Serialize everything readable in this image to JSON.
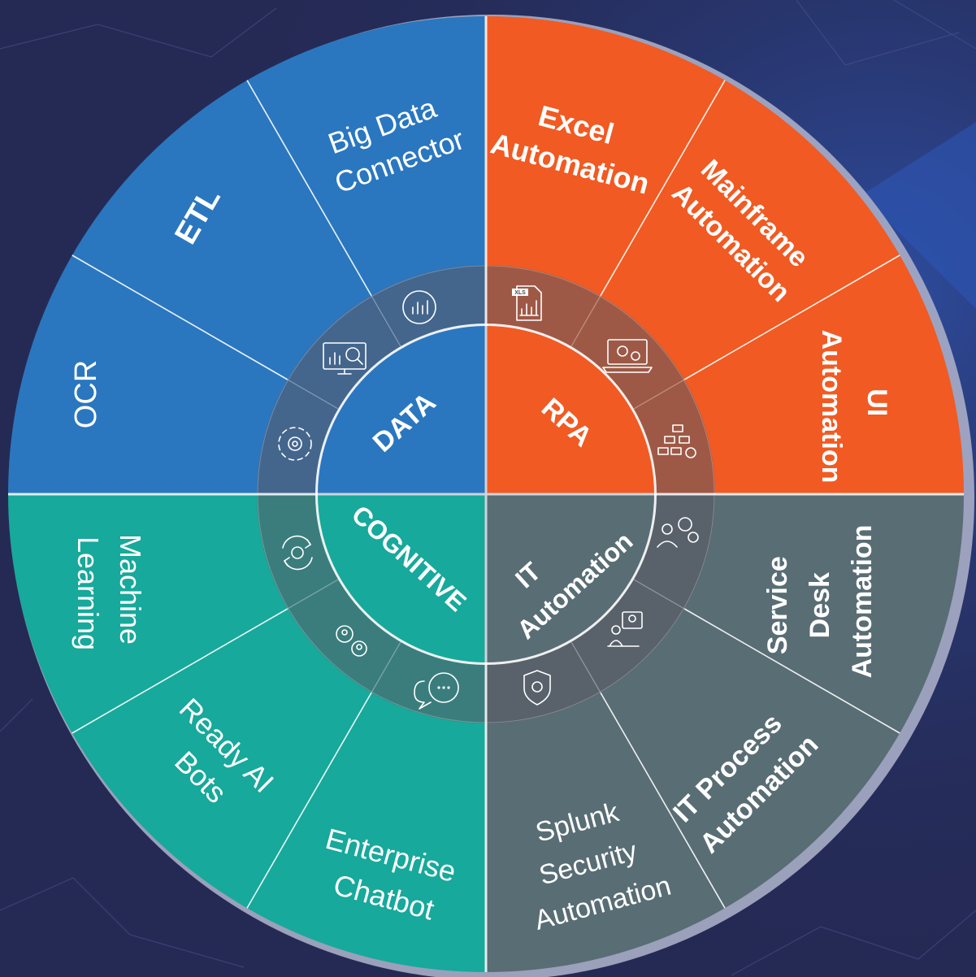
{
  "colors": {
    "background": "#252a55",
    "data": "#2a77bf",
    "rpa": "#f15a22",
    "cognitive": "#17a99b",
    "it_automation": "#596d74",
    "divider": "#ffffff",
    "ring": "#5a5a64"
  },
  "hub": {
    "data": "DATA",
    "rpa": "RPA",
    "cognitive": "COGNITIVE",
    "it_line1": "IT",
    "it_line2": "Automation"
  },
  "segments": {
    "ocr": {
      "lines": [
        "OCR"
      ]
    },
    "etl": {
      "lines": [
        "ETL"
      ]
    },
    "big_data": {
      "lines": [
        "Big Data",
        "Connector"
      ]
    },
    "excel": {
      "lines": [
        "Excel",
        "Automation"
      ]
    },
    "mainframe": {
      "lines": [
        "Mainframe",
        "Automation"
      ]
    },
    "ui": {
      "lines": [
        "UI",
        "Automation"
      ]
    },
    "service_desk": {
      "lines": [
        "Service",
        "Desk",
        "Automation"
      ]
    },
    "it_process": {
      "lines": [
        "IT Process",
        "Automation"
      ]
    },
    "splunk": {
      "lines": [
        "Splunk",
        "Security",
        "Automation"
      ]
    },
    "chatbot": {
      "lines": [
        "Enterprise",
        "Chatbot"
      ]
    },
    "ready_ai": {
      "lines": [
        "Ready AI",
        "Bots"
      ]
    },
    "ml": {
      "lines": [
        "Machine",
        "Learning"
      ]
    }
  },
  "icons": {
    "xls_badge": "XLS",
    "names": [
      "xls-chart-icon",
      "laptop-gears-icon",
      "hierarchy-gear-icon",
      "person-gears-icon",
      "presenter-icon",
      "shield-gear-icon",
      "chat-bubbles-icon",
      "gears-people-icon",
      "cycle-gear-icon",
      "circular-gear-icon",
      "monitor-chart-icon",
      "circular-chart-icon"
    ]
  }
}
